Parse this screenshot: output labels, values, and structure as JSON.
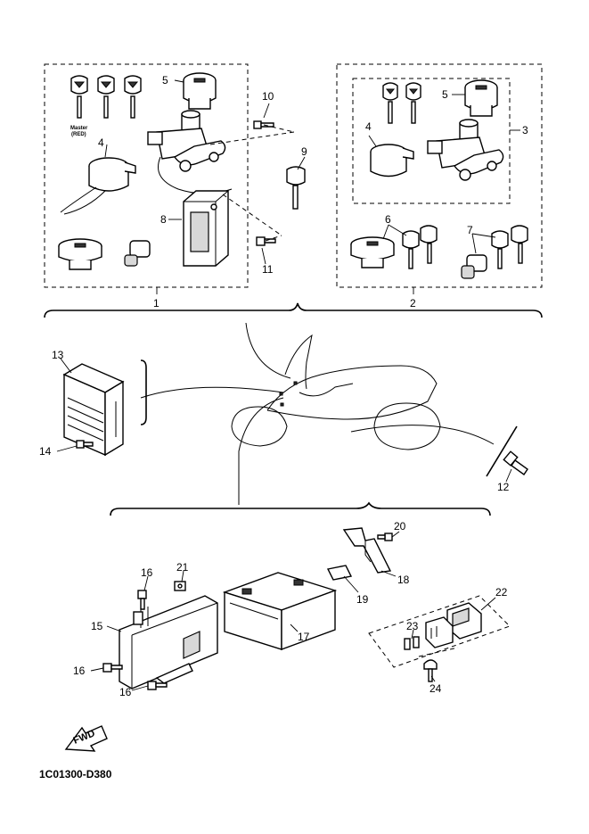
{
  "labels": {
    "p1": "1",
    "p2": "2",
    "p3": "3",
    "p4a": "4",
    "p4b": "4",
    "p5a": "5",
    "p5b": "5",
    "p6": "6",
    "p7": "7",
    "p8": "8",
    "p9": "9",
    "p10": "10",
    "p11": "11",
    "p12": "12",
    "p13": "13",
    "p14": "14",
    "p15": "15",
    "p16a": "16",
    "p16b": "16",
    "p16c": "16",
    "p17": "17",
    "p18": "18",
    "p19": "19",
    "p20": "20",
    "p21": "21",
    "p22": "22",
    "p23": "23",
    "p24": "24"
  },
  "master_key": {
    "line1": "Master",
    "line2": "(RED)"
  },
  "fwd_arrow": "FWD",
  "diagram_code": "1C01300-D380"
}
